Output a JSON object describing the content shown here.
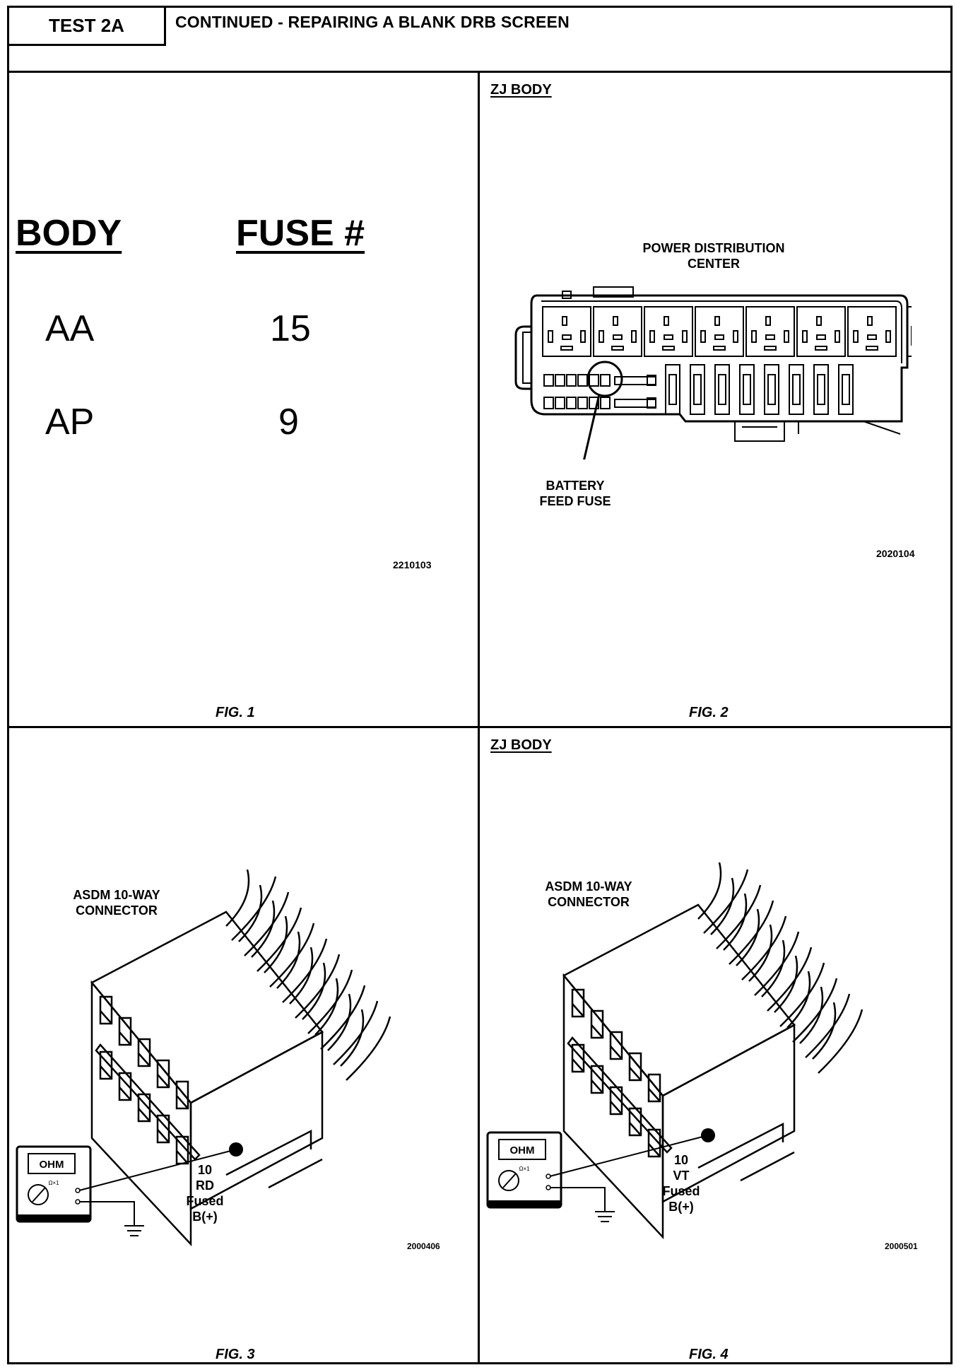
{
  "header": {
    "test_label": "TEST 2A",
    "title": "CONTINUED - REPAIRING A BLANK DRB SCREEN"
  },
  "fig1": {
    "col_body": "BODY",
    "col_fuse": "FUSE #",
    "rows": [
      {
        "body": "AA",
        "fuse": "15"
      },
      {
        "body": "AP",
        "fuse": "9"
      }
    ],
    "code": "2210103",
    "caption": "FIG. 1"
  },
  "fig2": {
    "section": "ZJ BODY",
    "pdc_label_1": "POWER DISTRIBUTION",
    "pdc_label_2": "CENTER",
    "callout_1": "BATTERY",
    "callout_2": "FEED FUSE",
    "code": "2020104",
    "caption": "FIG. 2"
  },
  "fig3": {
    "conn_label_1": "ASDM 10-WAY",
    "conn_label_2": "CONNECTOR",
    "meter_display": "OHM",
    "meter_range": "Ω×1",
    "wire_1": "10",
    "wire_2": "RD",
    "wire_3": "Fused",
    "wire_4": "B(+)",
    "code": "2000406",
    "caption": "FIG. 3"
  },
  "fig4": {
    "section": "ZJ BODY",
    "conn_label_1": "ASDM 10-WAY",
    "conn_label_2": "CONNECTOR",
    "meter_display": "OHM",
    "meter_range": "Ω×1",
    "wire_1": "10",
    "wire_2": "VT",
    "wire_3": "Fused",
    "wire_4": "B(+)",
    "code": "2000501",
    "caption": "FIG. 4"
  }
}
